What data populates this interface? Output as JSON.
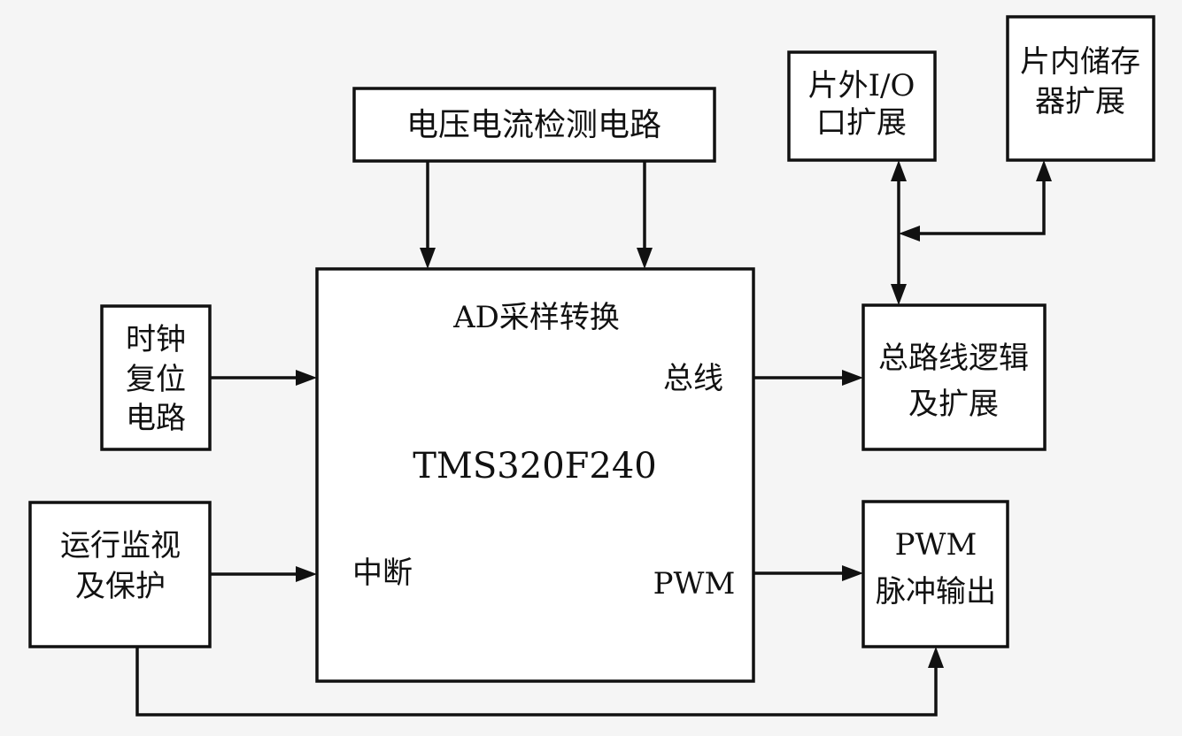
{
  "blocks": {
    "voltage_current": {
      "label": "电压电流检测电路"
    },
    "offchip_io": {
      "lines": [
        "片外I/O",
        "口扩展"
      ]
    },
    "onchip_memory": {
      "lines": [
        "片内储存",
        "器扩展"
      ]
    },
    "clock_reset": {
      "lines": [
        "时钟",
        "复位",
        "电路"
      ]
    },
    "monitor_protect": {
      "lines": [
        "运行监视",
        "及保护"
      ]
    },
    "bus_logic": {
      "lines": [
        "总路线逻辑",
        "及扩展"
      ]
    },
    "pwm_output": {
      "lines": [
        "PWM",
        "脉冲输出"
      ]
    },
    "dsp": {
      "name": "TMS320F240",
      "ad_label": "AD采样转换",
      "bus_label": "总线",
      "interrupt_label": "中断",
      "pwm_label": "PWM"
    }
  }
}
